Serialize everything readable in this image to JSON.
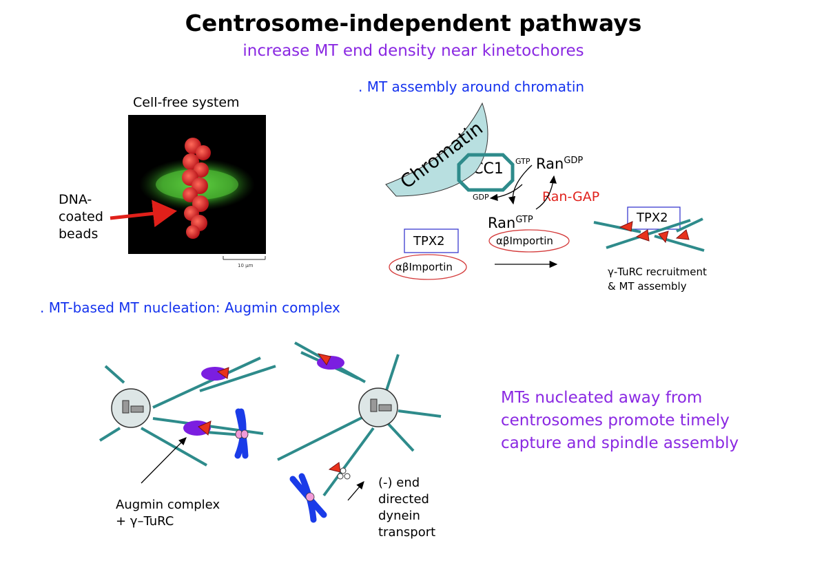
{
  "title": "Centrosome-independent pathways",
  "subtitle": "increase MT end density near kinetochores",
  "cell_free": {
    "heading": "Cell-free system",
    "dna_label": [
      "DNA-",
      "coated",
      "beads"
    ],
    "scale_bar": "10 μm"
  },
  "chromatin_section": {
    "heading": ". MT assembly around chromatin",
    "chromatin": "Chromatin",
    "rcc1": "RCC1",
    "gtp": "GTP",
    "gdp": "GDP",
    "ran_gdp_base": "Ran",
    "ran_gdp_sup": "GDP",
    "ran_gtp_base": "Ran",
    "ran_gtp_sup": "GTP",
    "ran_gap": "Ran-GAP",
    "tpx2": "TPX2",
    "importin": "αβImportin",
    "result_line1": "γ-TuRC recruitment",
    "result_line2": "& MT assembly"
  },
  "augmin_section": {
    "heading": ". MT-based MT nucleation: Augmin complex",
    "augmin_line1": "Augmin complex",
    "augmin_line2": "+ γ–TuRC",
    "dynein": [
      "(-) end",
      "directed",
      "dynein",
      "transport"
    ],
    "conclusion": "MTs nucleated away from centrosomes promote timely capture and spindle assembly"
  },
  "colors": {
    "microtubule": "#2e8b8b",
    "title_purple": "#8a28e2",
    "section_blue": "#1533ee",
    "ran_gap_red": "#e0201a",
    "gamma_turc_red": "#e8321c",
    "augmin_purple": "#7b1ee0",
    "chromosome_blue": "#1a3be8",
    "kinetochore_pink": "#f29ad8",
    "chromatin_fill": "#b8dfe0",
    "importin_ellipse": "#d43a3a",
    "tpx2_box": "#3a3ad0"
  }
}
